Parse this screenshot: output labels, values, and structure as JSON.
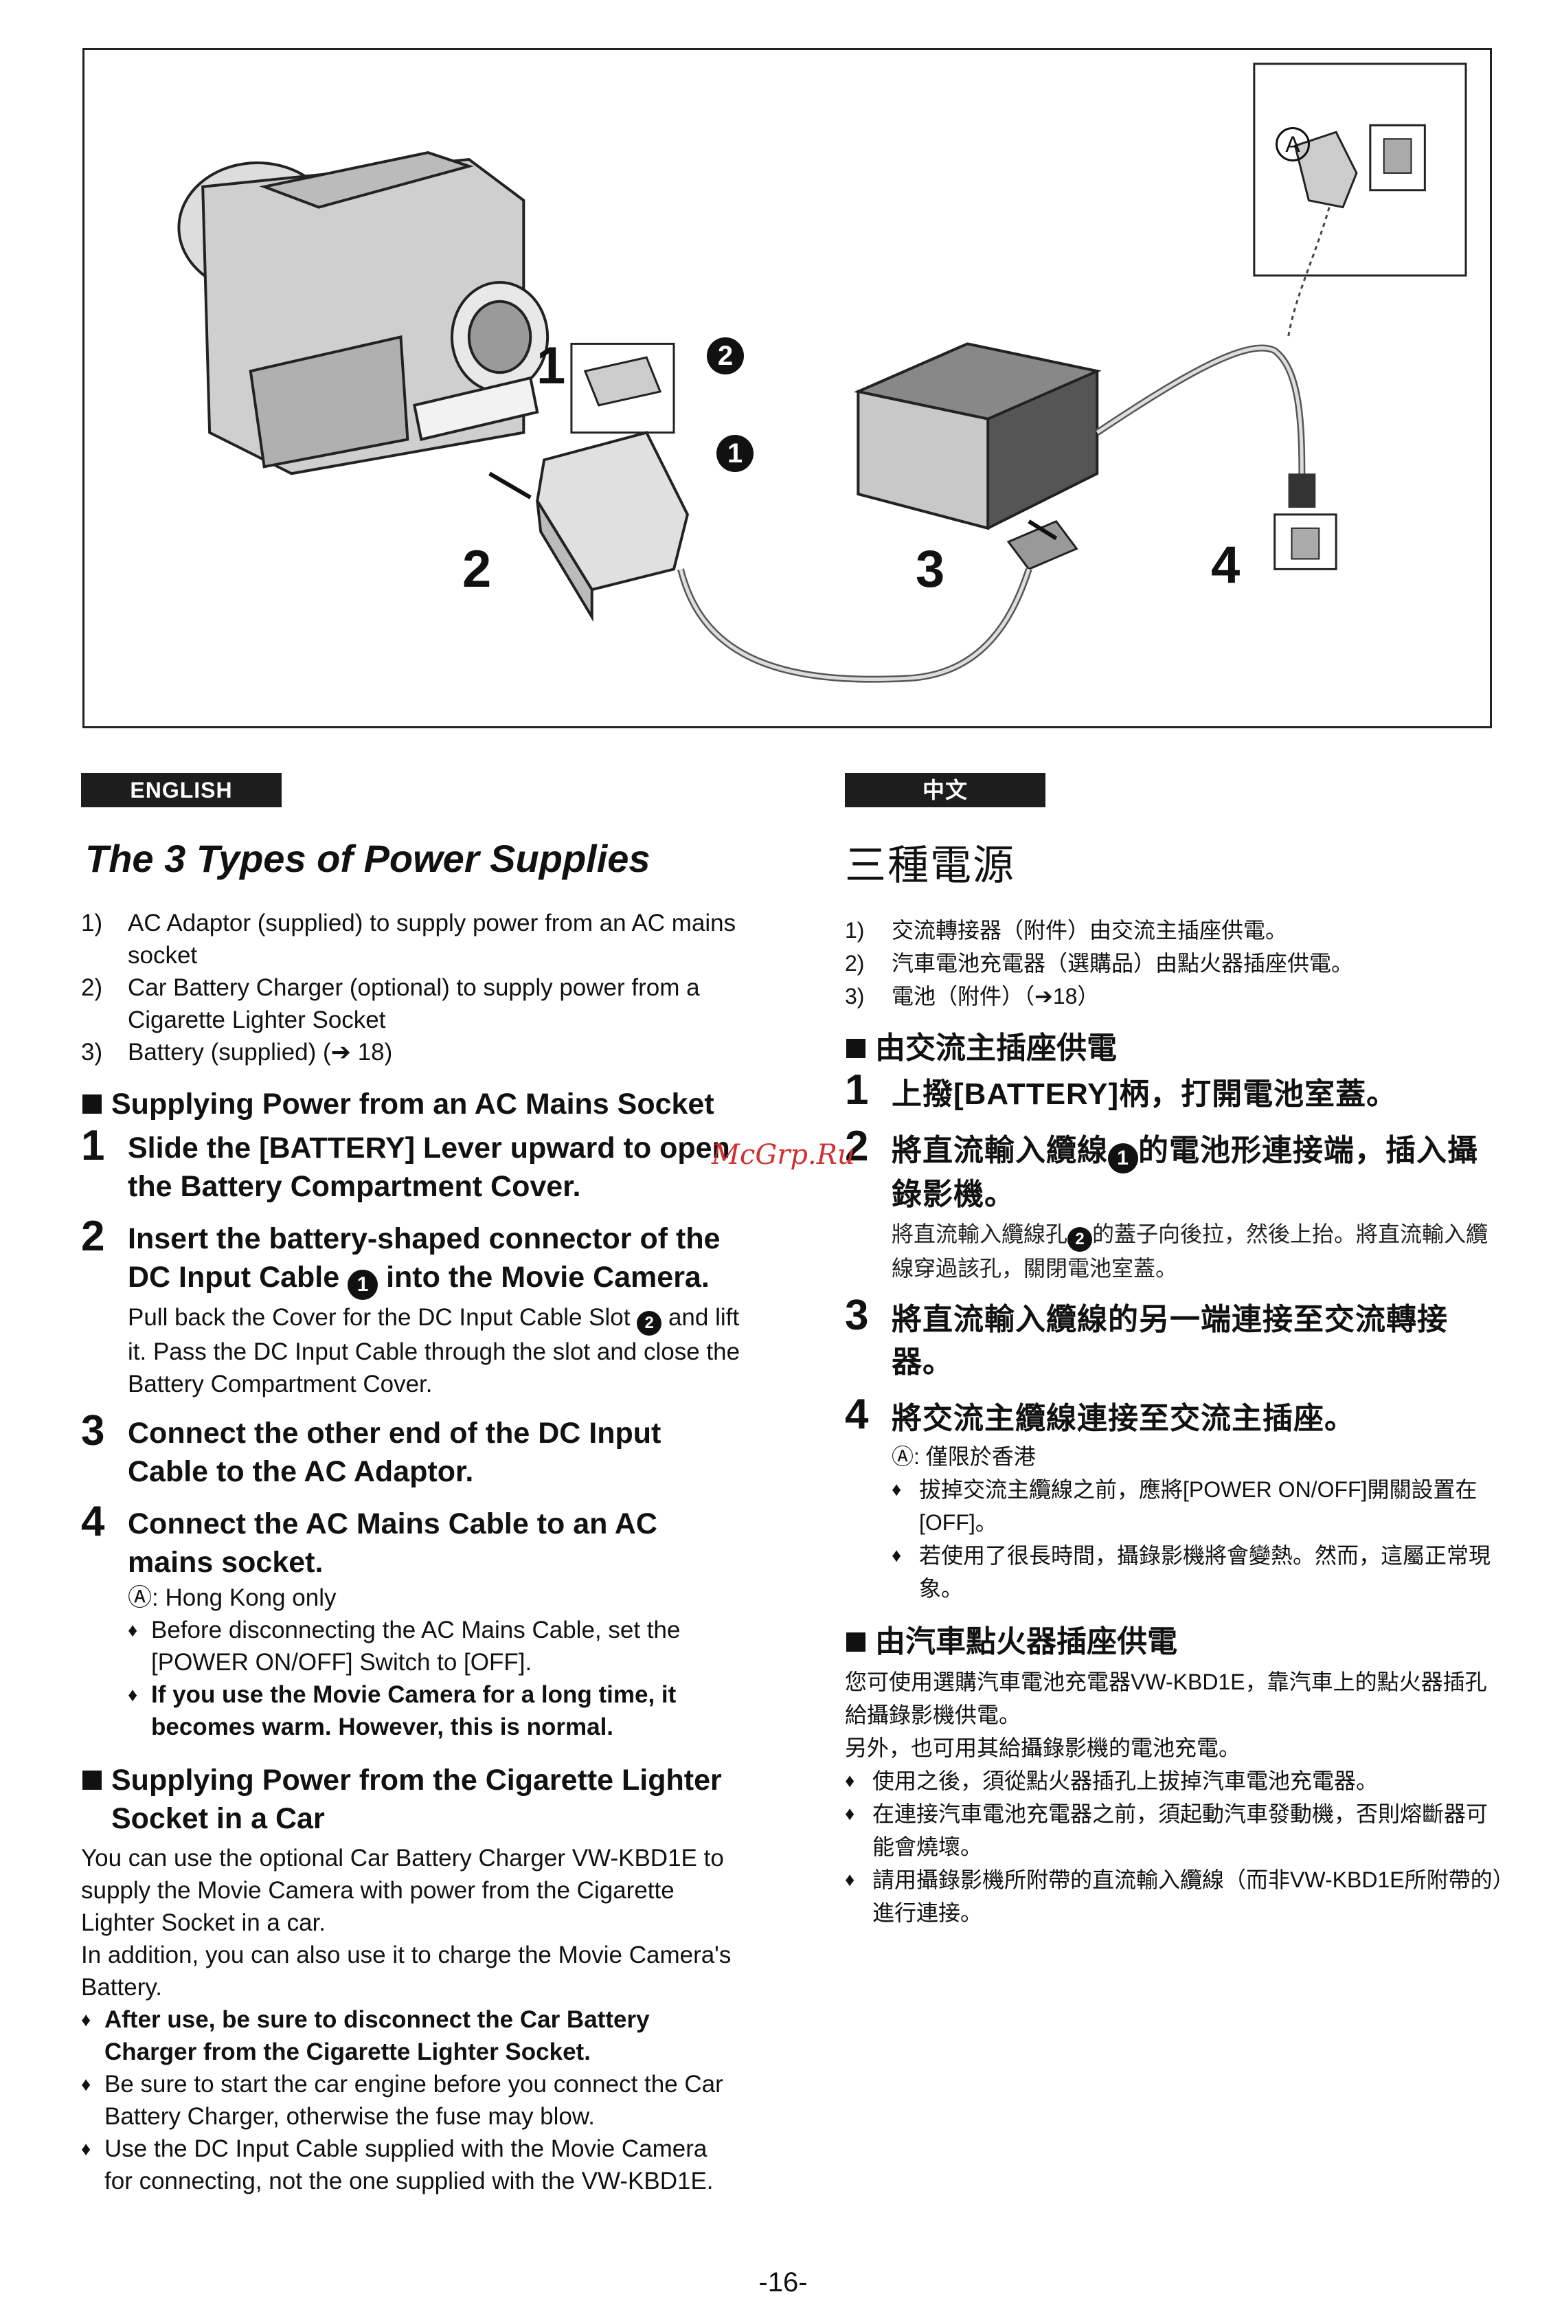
{
  "figure": {
    "labels": {
      "l1": "1",
      "l2": "2",
      "l3": "3",
      "l4": "4",
      "c1": "1",
      "c2": "2",
      "a": "A"
    }
  },
  "english": {
    "lang": "ENGLISH",
    "title": "The 3 Types of Power Supplies",
    "types": [
      {
        "n": "1)",
        "text": "AC Adaptor (supplied) to supply power from an AC mains socket"
      },
      {
        "n": "2)",
        "text": "Car Battery Charger (optional) to supply power from a Cigarette Lighter Socket"
      },
      {
        "n": "3)",
        "text": "Battery (supplied) (➔ 18)"
      }
    ],
    "section1": "Supplying Power from an AC Mains Socket",
    "step1": {
      "num": "1",
      "head": "Slide the [BATTERY] Lever upward to open the Battery Compartment Cover."
    },
    "step2": {
      "num": "2",
      "head_a": "Insert the battery-shaped connector of the DC Input Cable",
      "head_b": "into the Movie Camera.",
      "callout": "1",
      "body_a": "Pull back the Cover for the DC Input Cable Slot",
      "callout2": "2",
      "body_b": "and lift it. Pass the DC Input Cable through the slot and close the Battery Compartment Cover."
    },
    "step3": {
      "num": "3",
      "head": "Connect the other end of the DC Input Cable to the AC Adaptor."
    },
    "step4": {
      "num": "4",
      "head": "Connect the AC Mains Cable to an AC mains socket.",
      "note": "Ⓐ: Hong Kong only"
    },
    "bullets1": [
      "Before disconnecting the AC Mains Cable, set the [POWER ON/OFF] Switch to [OFF].",
      "If you use the Movie Camera for a long time, it becomes warm. However, this is normal."
    ],
    "section2": "Supplying Power from the Cigarette Lighter Socket in a Car",
    "para1": "You can use the optional Car Battery Charger VW-KBD1E to supply the Movie Camera with power from the Cigarette Lighter Socket in a car.",
    "para2": "In addition, you can also use it to charge the Movie Camera's Battery.",
    "bullets2": [
      "After use, be sure to disconnect the Car Battery Charger from the Cigarette Lighter Socket.",
      "Be sure to start the car engine before you connect the Car Battery Charger, otherwise the fuse may blow.",
      "Use the DC Input Cable supplied with the Movie Camera for connecting, not the one supplied with the VW-KBD1E."
    ]
  },
  "chinese": {
    "lang": "中文",
    "title": "三種電源",
    "types": [
      {
        "n": "1)",
        "text": "交流轉接器（附件）由交流主插座供電。"
      },
      {
        "n": "2)",
        "text": "汽車電池充電器（選購品）由點火器插座供電。"
      },
      {
        "n": "3)",
        "text": "電池（附件）（➔18）"
      }
    ],
    "section1": "由交流主插座供電",
    "step1": {
      "num": "1",
      "head": "上撥[BATTERY]柄，打開電池室蓋。"
    },
    "step2": {
      "num": "2",
      "head_a": "將直流輸入纜線",
      "callout": "1",
      "head_b": "的電池形連接端，插入攝錄影機。",
      "body_a": "將直流輸入纜線孔",
      "callout2": "2",
      "body_b": "的蓋子向後拉，然後上抬。將直流輸入纜線穿過該孔，關閉電池室蓋。"
    },
    "step3": {
      "num": "3",
      "head": "將直流輸入纜線的另一端連接至交流轉接器。"
    },
    "step4": {
      "num": "4",
      "head": "將交流主纜線連接至交流主插座。",
      "note": "Ⓐ: 僅限於香港"
    },
    "bullets1": [
      "拔掉交流主纜線之前，應將[POWER ON/OFF]開關設置在[OFF]。",
      "若使用了很長時間，攝錄影機將會變熱。然而，這屬正常現象。"
    ],
    "section2": "由汽車點火器插座供電",
    "para1": "您可使用選購汽車電池充電器VW-KBD1E，靠汽車上的點火器插孔給攝錄影機供電。",
    "para2": "另外，也可用其給攝錄影機的電池充電。",
    "bullets2": [
      "使用之後，須從點火器插孔上拔掉汽車電池充電器。",
      "在連接汽車電池充電器之前，須起動汽車發動機，否則熔斷器可能會燒壞。",
      "請用攝錄影機所附帶的直流輸入纜線（而非VW-KBD1E所附帶的）進行連接。"
    ]
  },
  "watermark": "McGrp.Ru",
  "page_number": "-16-"
}
